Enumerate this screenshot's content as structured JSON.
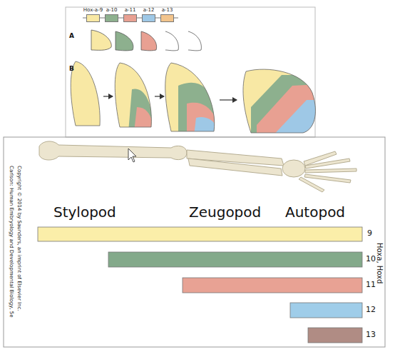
{
  "diagram": {
    "labels": [
      "A",
      "B",
      "Stylopod",
      "Zeugopod",
      "Autopod",
      "9",
      "10",
      "11",
      "12",
      "13",
      "Hoxa, Hoxd",
      "Carlson: Human Embryology and Developmental Biology, 5e",
      "Copyright © 2014 by Saunders, an imprint of Elsevier Inc."
    ],
    "legend": [
      {
        "text": "Hox-a-9",
        "color": "#f8e8a4"
      },
      {
        "text": "a-10",
        "color": "#8db08e"
      },
      {
        "text": "a-11",
        "color": "#e8a092"
      },
      {
        "text": "a-12",
        "color": "#9ec8e6"
      },
      {
        "text": "a-13",
        "color": "#f2c48c"
      }
    ]
  }
}
